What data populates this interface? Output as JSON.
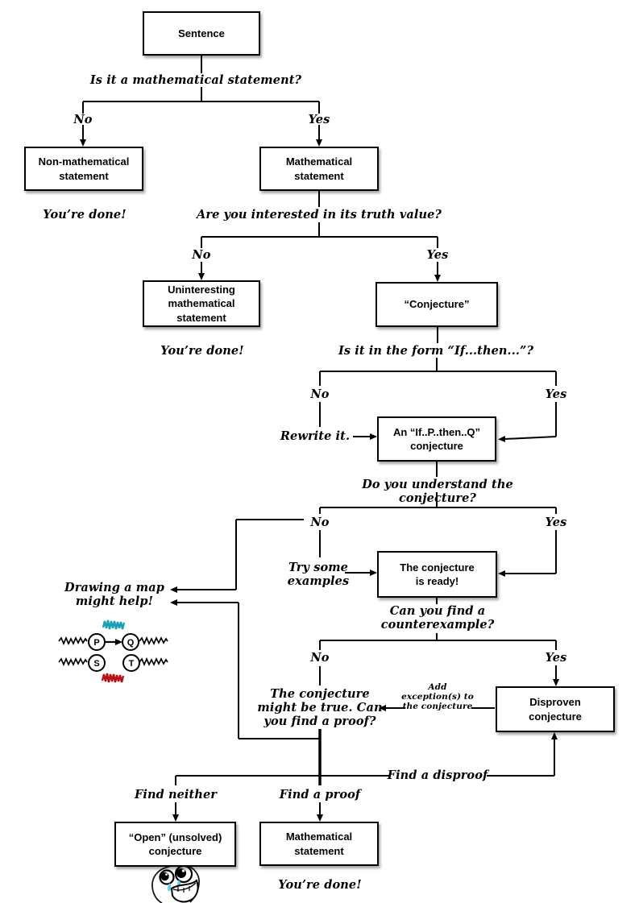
{
  "page": {
    "background": "#ffffff",
    "line_color": "#000000"
  },
  "boxes": {
    "sentence": "Sentence",
    "non_mathematical": "Non-mathematical\nstatement",
    "mathematical_1": "Mathematical\nstatement",
    "uninteresting": "Uninteresting\nmathematical\nstatement",
    "conjecture": "“Conjecture”",
    "if_p_then_q": "An “If..P..then..Q”\nconjecture",
    "ready": "The conjecture\nis ready!",
    "disproven": "Disproven\nconjecture",
    "open_unsolved": "“Open” (unsolved)\nconjecture",
    "mathematical_2": "Mathematical\nstatement"
  },
  "questions": {
    "q1": "Is it a mathematical statement?",
    "q2": "Are you interested in its truth value?",
    "q3": "Is it in the form “If...then...”?",
    "q4": "Do you understand the conjecture?",
    "q5": "Can you find a\ncounterexample?",
    "q6": "The conjecture\nmight be true. Can\nyou find a proof?"
  },
  "branch_labels": {
    "no": "No",
    "yes": "Yes"
  },
  "notes": {
    "youre_done": "You’re done!",
    "rewrite_it": "Rewrite it.",
    "try_some_examples": "Try some\nexamples",
    "add_exceptions": "Add\nexception(s) to\nthe conjecture",
    "find_a_disproof": "Find a disproof",
    "find_neither": "Find neither",
    "find_a_proof": "Find a proof"
  },
  "map_legend": {
    "note": "Drawing a map\nmight help!",
    "nodes": [
      "P",
      "Q",
      "S",
      "T"
    ],
    "teal_color": "#1b9fb3",
    "red_color": "#b11212"
  },
  "icons": {
    "meme_face": "crying-joy-rage-face"
  }
}
